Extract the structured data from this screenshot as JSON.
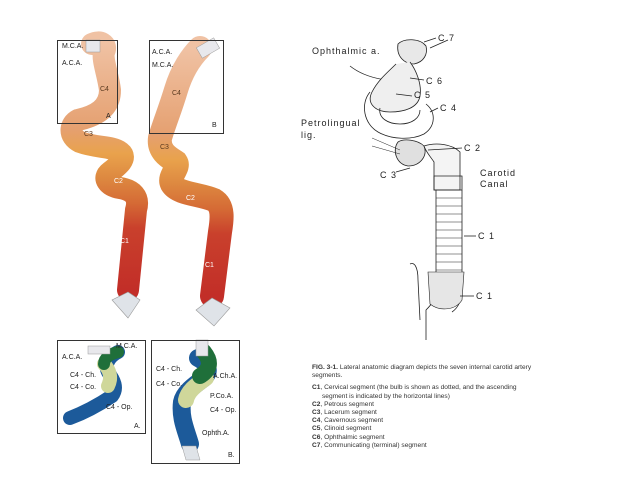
{
  "figure_a": {
    "box_letter": "A",
    "labels": {
      "mca": "M.C.A.",
      "aca": "A.C.A.",
      "c4": "C4"
    }
  },
  "figure_b": {
    "box_letter": "B",
    "labels": {
      "aca": "A.C.A.",
      "mca": "M.C.A.",
      "c4": "C4"
    }
  },
  "main_left_segments": [
    "C3",
    "C2",
    "C1"
  ],
  "main_right_segments": [
    "C3",
    "C2",
    "C1"
  ],
  "inset_a": {
    "box_letter": "A.",
    "labels": {
      "mca": "M.C.A.",
      "aca": "A.C.A.",
      "c4ch": "C4 - Ch.",
      "c4co": "C4 - Co.",
      "c4op": "C4 - Op."
    }
  },
  "inset_b": {
    "box_letter": "B.",
    "labels": {
      "c4ch": "C4 - Ch.",
      "acha": "A.Ch.A.",
      "c4co": "C4 - Co.",
      "pcoa": "P.Co.A.",
      "c4op": "C4 - Op.",
      "ophtha": "Ophth.A."
    }
  },
  "right_diagram": {
    "labels": {
      "c7": "C 7",
      "ophthalmic": "Ophthalmic a.",
      "c6": "C 6",
      "c5": "C 5",
      "c4": "C 4",
      "petrolingual_1": "Petrolingual",
      "petrolingual_2": "lig.",
      "c2": "C 2",
      "c3": "C 3",
      "carotid_1": "Carotid",
      "carotid_2": "Canal",
      "c1_top": "C 1",
      "c1_bottom": "C 1"
    }
  },
  "caption": {
    "fig_no": "FIG. 3-1.",
    "title": "Lateral anatomic diagram depicts the seven internal carotid artery segments.",
    "items": [
      {
        "code": "C1",
        "text": ", Cervical segment (the bulb is shown as dotted, and the ascending segment is indicated by the horizontal lines)"
      },
      {
        "code": "C2",
        "text": ", Petrous segment"
      },
      {
        "code": "C3",
        "text": ", Lacerum segment"
      },
      {
        "code": "C4",
        "text": ", Cavernous segment"
      },
      {
        "code": "C5",
        "text": ", Clinoid segment"
      },
      {
        "code": "C6",
        "text": ", Ophthalmic segment"
      },
      {
        "code": "C7",
        "text": ", Communicating (terminal) segment"
      }
    ]
  },
  "colors": {
    "c4": "#e6ab8a",
    "c3": "#e9a24c",
    "c2": "#d77a3e",
    "c1": "#c8332a",
    "green_dark": "#1f6f3a",
    "green_light": "#cfd79a",
    "blue": "#1c5a9a"
  }
}
